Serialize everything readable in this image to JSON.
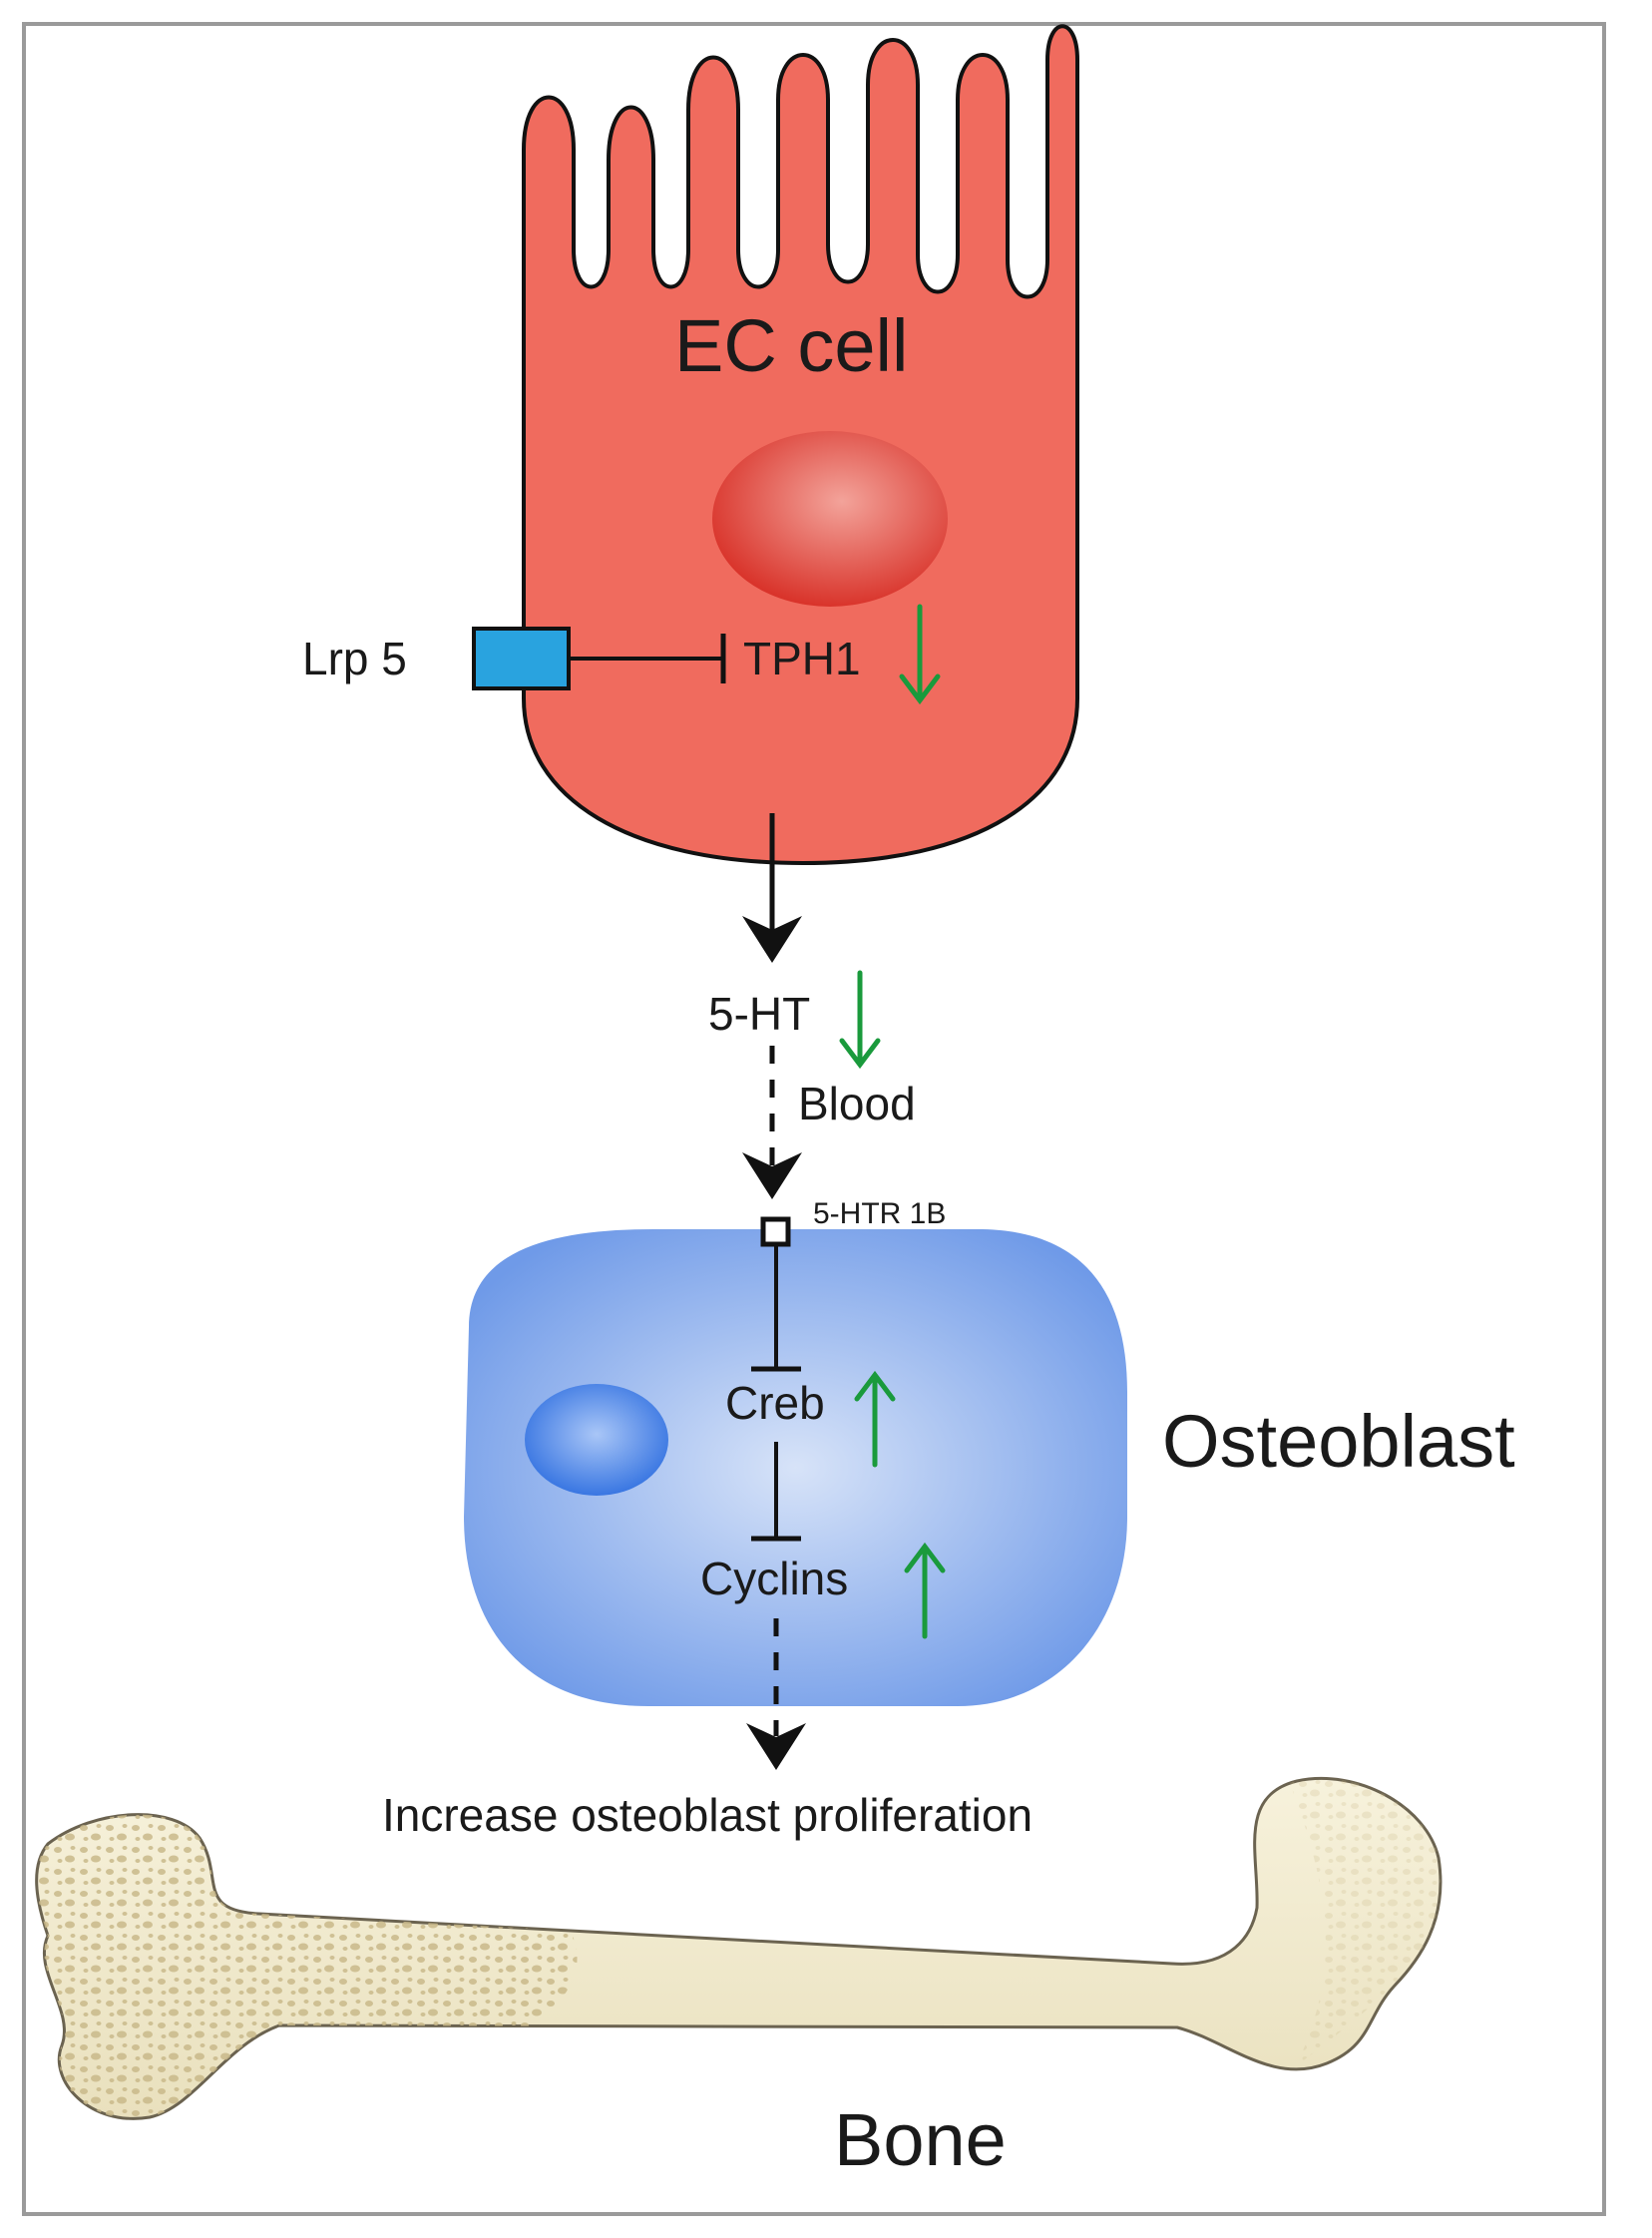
{
  "diagram": {
    "ec_cell": {
      "label": "EC cell"
    },
    "lrp5": {
      "label": "Lrp 5"
    },
    "tph1": {
      "label": "TPH1",
      "change": "down"
    },
    "serotonin": {
      "label": "5-HT",
      "change": "down"
    },
    "blood": {
      "label": "Blood"
    },
    "receptor": {
      "label": "5-HTR 1B"
    },
    "osteoblast": {
      "label": "Osteoblast"
    },
    "creb": {
      "label": "Creb",
      "change": "up"
    },
    "cyclins": {
      "label": "Cyclins",
      "change": "up"
    },
    "outcome": {
      "label": "Increase osteoblast proliferation"
    },
    "bone": {
      "label": "Bone"
    }
  },
  "colors": {
    "ec_cell_fill": "#f06b5e",
    "ec_nucleus": "#d9342b",
    "osteoblast_fill": "#6f9ae8",
    "osteoblast_nucleus": "#2f6fe0",
    "lrp5_fill": "#29a3df",
    "bone_fill": "#f2eccf",
    "bone_spots": "#c9b98a",
    "change_arrow": "#1a9a3c"
  }
}
